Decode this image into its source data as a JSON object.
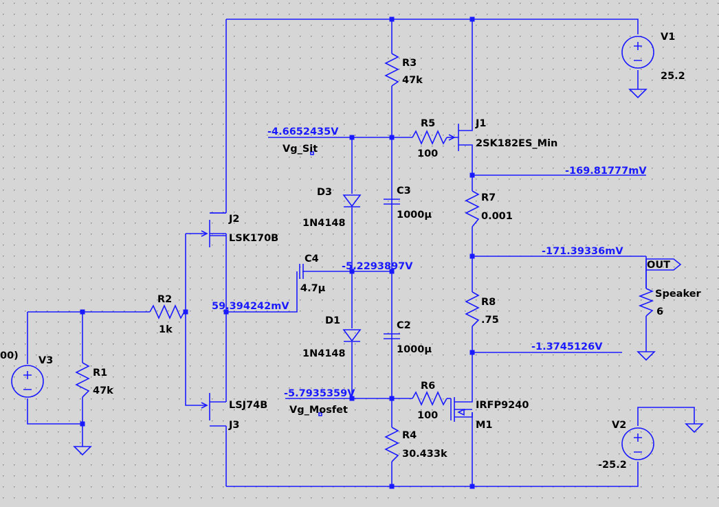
{
  "grid": {
    "color": "#7a7a7a",
    "background": "#d6d6d6"
  },
  "wire_color": "#1a1aff",
  "components": {
    "V1": {
      "name": "V1",
      "value": "25.2"
    },
    "V2": {
      "name": "V2",
      "value": "-25.2"
    },
    "V3": {
      "name": "V3",
      "value_fragment": "00)"
    },
    "R1": {
      "name": "R1",
      "value": "47k"
    },
    "R2": {
      "name": "R2",
      "value": "1k"
    },
    "R3": {
      "name": "R3",
      "value": "47k"
    },
    "R4": {
      "name": "R4",
      "value": "30.433k"
    },
    "R5": {
      "name": "R5",
      "value": "100"
    },
    "R6": {
      "name": "R6",
      "value": "100"
    },
    "R7": {
      "name": "R7",
      "value": "0.001"
    },
    "R8": {
      "name": "R8",
      "value": ".75"
    },
    "C2": {
      "name": "C2",
      "value": "1000µ"
    },
    "C3": {
      "name": "C3",
      "value": "1000µ"
    },
    "C4": {
      "name": "C4",
      "value": "4.7µ"
    },
    "D1": {
      "name": "D1",
      "value": "1N4148"
    },
    "D3": {
      "name": "D3",
      "value": "1N4148"
    },
    "J1": {
      "name": "J1",
      "value": "2SK182ES_Min"
    },
    "J2": {
      "name": "J2",
      "value": "LSK170B"
    },
    "J3": {
      "name": "J3",
      "value": "LSJ74B"
    },
    "M1": {
      "name": "M1",
      "value": "IRFP9240"
    },
    "Speaker": {
      "name": "Speaker",
      "value": "6"
    }
  },
  "net_labels": {
    "vg_sit": "Vg_Sit",
    "vg_mosfet": "Vg_Mosfet",
    "out": "OUT"
  },
  "voltages": {
    "vg_sit": "-4.6652435V",
    "j1_source": "-169.81777mV",
    "out": "-171.39336mV",
    "mid": "-5.2293897V",
    "input": "59.394242mV",
    "m1_source": "-1.3745126V",
    "vg_mosfet": "-5.7935359V"
  }
}
